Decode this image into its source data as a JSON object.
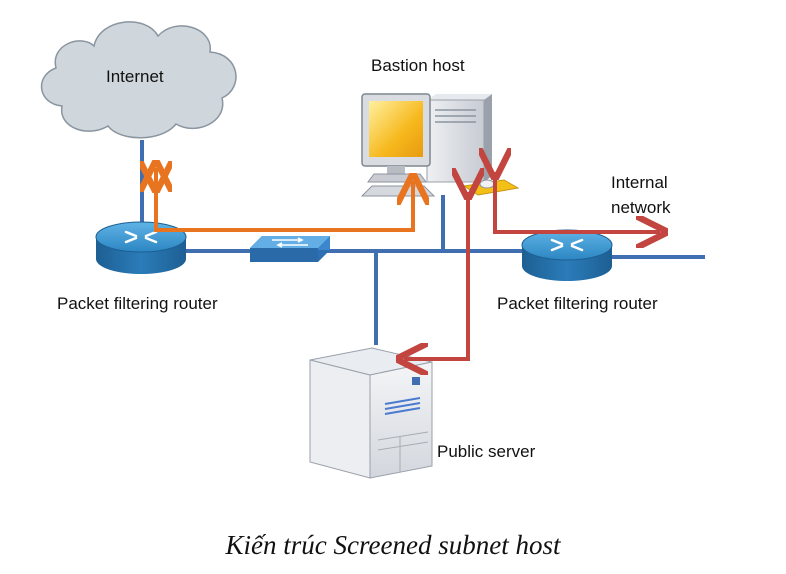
{
  "labels": {
    "internet": "Internet",
    "bastion_host": "Bastion host",
    "internal_network": "Internal\nnetwork",
    "router_left": "Packet filtering router",
    "router_right": "Packet filtering router",
    "public_server": "Public server"
  },
  "caption": "Kiến trúc Screened subnet host",
  "colors": {
    "network_line": "#3f6fb0",
    "orange_path": "#e9741f",
    "red_path": "#c2453f",
    "router_fill": "#2d7fb8",
    "cloud_fill": "#cfd6dc"
  }
}
